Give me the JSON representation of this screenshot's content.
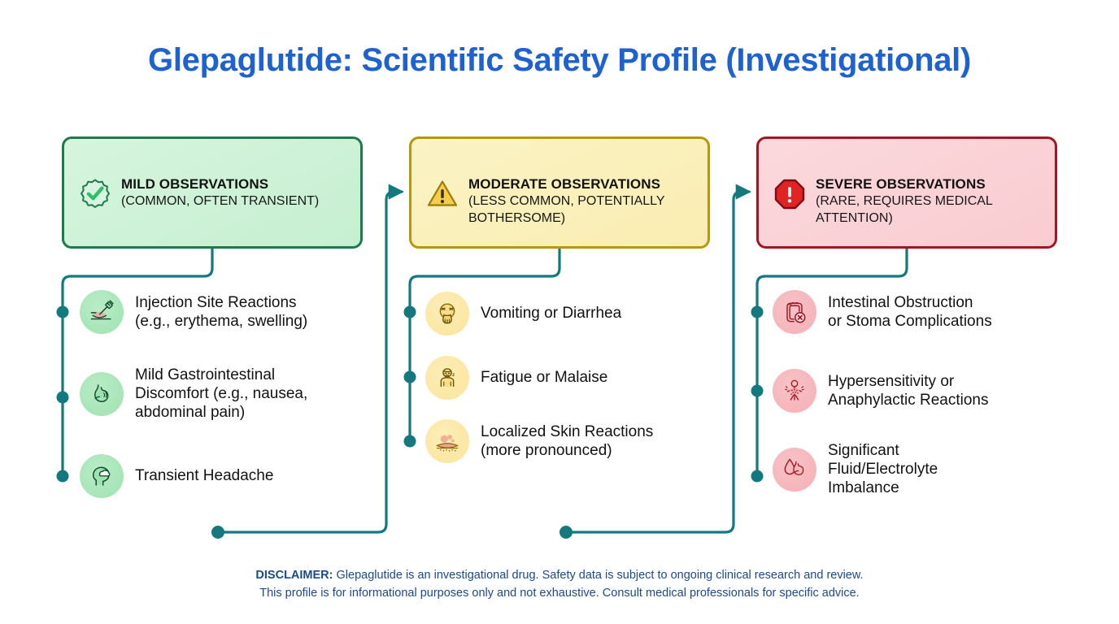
{
  "title": "Glepaglutide: Scientific Safety Profile (Investigational)",
  "theme": {
    "title_color": "#1e62d0",
    "connector_color": "#13797e",
    "disclaimer_color": "#1a4a8f",
    "mild_border": "#1d7a4c",
    "mild_bg": "#cdf0d5",
    "moderate_border": "#b8960f",
    "moderate_bg": "#faefb8",
    "severe_border": "#a31621",
    "severe_bg": "#fad2d7"
  },
  "categories": [
    {
      "id": "mild",
      "icon": "check-badge-icon",
      "title": "MILD OBSERVATIONS",
      "subtitle": "(COMMON, OFTEN TRANSIENT)",
      "items": [
        {
          "icon": "injection-syringe-icon",
          "label": "Injection Site Reactions\n(e.g., erythema, swelling)"
        },
        {
          "icon": "stomach-icon",
          "label": "Mild Gastrointestinal\nDiscomfort (e.g., nausea,\nabdominal pain)"
        },
        {
          "icon": "headache-head-icon",
          "label": "Transient Headache"
        }
      ]
    },
    {
      "id": "moderate",
      "icon": "warning-triangle-icon",
      "title": "MODERATE OBSERVATIONS",
      "subtitle": "(LESS COMMON, POTENTIALLY BOTHERSOME)",
      "items": [
        {
          "icon": "vomiting-face-icon",
          "label": "Vomiting or Diarrhea"
        },
        {
          "icon": "fatigue-person-icon",
          "label": "Fatigue or Malaise"
        },
        {
          "icon": "skin-rash-icon",
          "label": "Localized Skin Reactions\n(more pronounced)"
        }
      ]
    },
    {
      "id": "severe",
      "icon": "stop-octagon-icon",
      "title": "SEVERE OBSERVATIONS",
      "subtitle": "(RARE, REQUIRES MEDICAL ATTENTION)",
      "items": [
        {
          "icon": "intestine-blocked-icon",
          "label": "Intestinal Obstruction\nor Stoma Complications"
        },
        {
          "icon": "allergic-person-icon",
          "label": "Hypersensitivity or\nAnaphylactic Reactions"
        },
        {
          "icon": "fluid-droplet-stomach-icon",
          "label": "Significant\nFluid/Electrolyte\nImbalance"
        }
      ]
    }
  ],
  "disclaimer": {
    "prefix": "DISCLAIMER:",
    "line1": " Glepaglutide is an investigational drug. Safety data is subject to ongoing clinical research and review.",
    "line2": "This profile is for informational purposes only and not exhaustive. Consult medical professionals for specific advice."
  }
}
